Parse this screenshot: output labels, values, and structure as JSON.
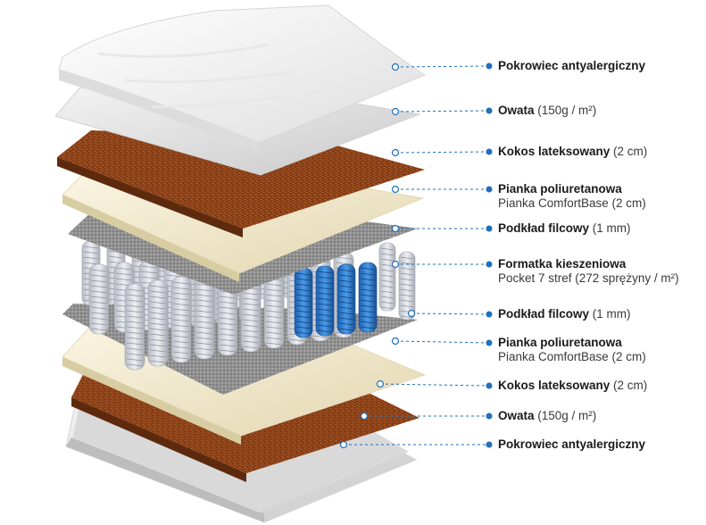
{
  "colors": {
    "accent": "#1f6fbf",
    "cover": "#f1f1f1",
    "coconut": "#8a3e16",
    "foam": "#efe6c8",
    "felt": "#8c8c8c",
    "spring_grey": "#c9ccd4",
    "spring_blue": "#2f7fd6"
  },
  "layers": [
    {
      "title": "Pokrowiec antyalergiczny",
      "detail": "",
      "sub": ""
    },
    {
      "title": "Owata",
      "detail": " (150g / m²)",
      "sub": ""
    },
    {
      "title": "Kokos lateksowany",
      "detail": " (2 cm)",
      "sub": ""
    },
    {
      "title": "Pianka poliuretanowa",
      "detail": "",
      "sub": "Pianka ComfortBase (2 cm)"
    },
    {
      "title": "Podkład filcowy",
      "detail": " (1 mm)",
      "sub": ""
    },
    {
      "title": "Formatka kieszeniowa",
      "detail": "",
      "sub": "Pocket 7 stref (272 sprężyny / m²)"
    },
    {
      "title": "Podkład filcowy",
      "detail": " (1 mm)",
      "sub": ""
    },
    {
      "title": "Pianka poliuretanowa",
      "detail": "",
      "sub": "Pianka ComfortBase (2 cm)"
    },
    {
      "title": "Kokos lateksowany",
      "detail": " (2 cm)",
      "sub": ""
    },
    {
      "title": "Owata",
      "detail": " (150g / m²)",
      "sub": ""
    },
    {
      "title": "Pokrowiec antyalergiczny",
      "detail": "",
      "sub": ""
    }
  ]
}
